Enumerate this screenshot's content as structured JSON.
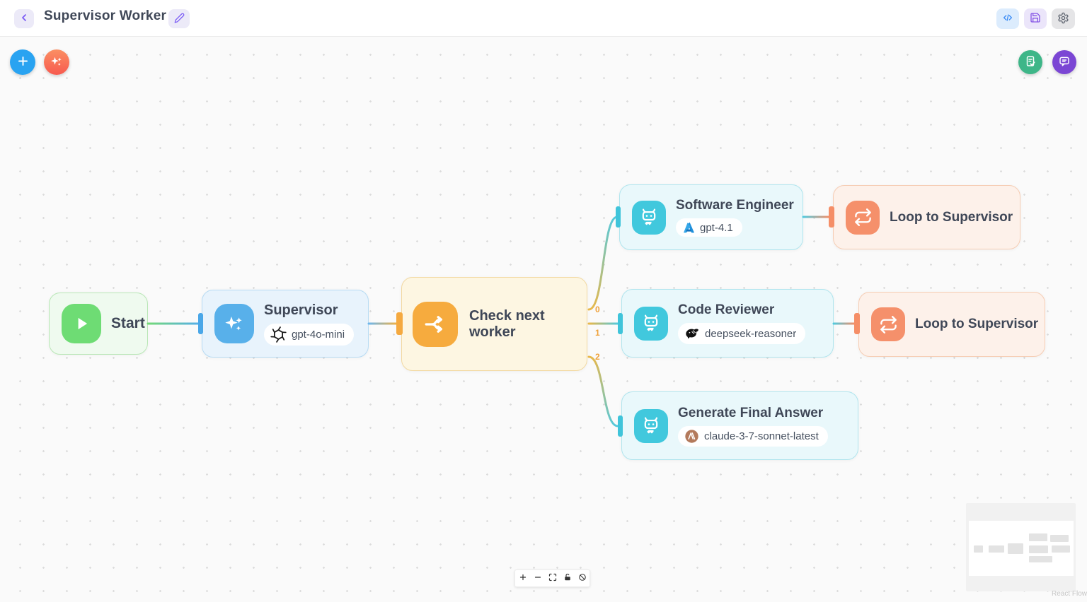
{
  "window": {
    "title": "Supervisor Worker"
  },
  "toolbar": {
    "back_icon": "chevron-left",
    "edit_icon": "pencil",
    "code_icon": "code-brackets",
    "save_icon": "floppy-disk",
    "settings_icon": "gear"
  },
  "canvas_actions": {
    "add_icon": "plus",
    "ai_icon": "sparkles",
    "report_icon": "file-check",
    "chat_icon": "chat-bubble"
  },
  "nodes": {
    "start": {
      "label": "Start",
      "icon": "play",
      "accent": "#6edc74"
    },
    "supervisor": {
      "label": "Supervisor",
      "icon": "sparkles",
      "model": "gpt-4o-mini",
      "provider": "openai",
      "accent": "#58b0ea"
    },
    "check_next_worker": {
      "label": "Check next worker",
      "icon": "split-branch",
      "accent": "#f6ab3e"
    },
    "software_engineer": {
      "label": "Software Engineer",
      "icon": "robot",
      "model": "gpt-4.1",
      "provider": "azure",
      "accent": "#41c8dd"
    },
    "code_reviewer": {
      "label": "Code Reviewer",
      "icon": "robot",
      "model": "deepseek-reasoner",
      "provider": "deepseek",
      "accent": "#41c8dd"
    },
    "generate_final_answer": {
      "label": "Generate Final Answer",
      "icon": "robot",
      "model": "claude-3-7-sonnet-latest",
      "provider": "anthropic",
      "accent": "#41c8dd"
    },
    "loop_to_supervisor_1": {
      "label": "Loop to Supervisor",
      "icon": "repeat",
      "accent": "#f5906b"
    },
    "loop_to_supervisor_2": {
      "label": "Loop to Supervisor",
      "icon": "repeat",
      "accent": "#f5906b"
    }
  },
  "edges": {
    "branch_labels": [
      "0",
      "1",
      "2"
    ]
  },
  "controls": {
    "icons": [
      "zoom-in",
      "zoom-out",
      "fit-view",
      "lock",
      "wand-off"
    ]
  },
  "minimap": {
    "attribution": "React Flow"
  }
}
